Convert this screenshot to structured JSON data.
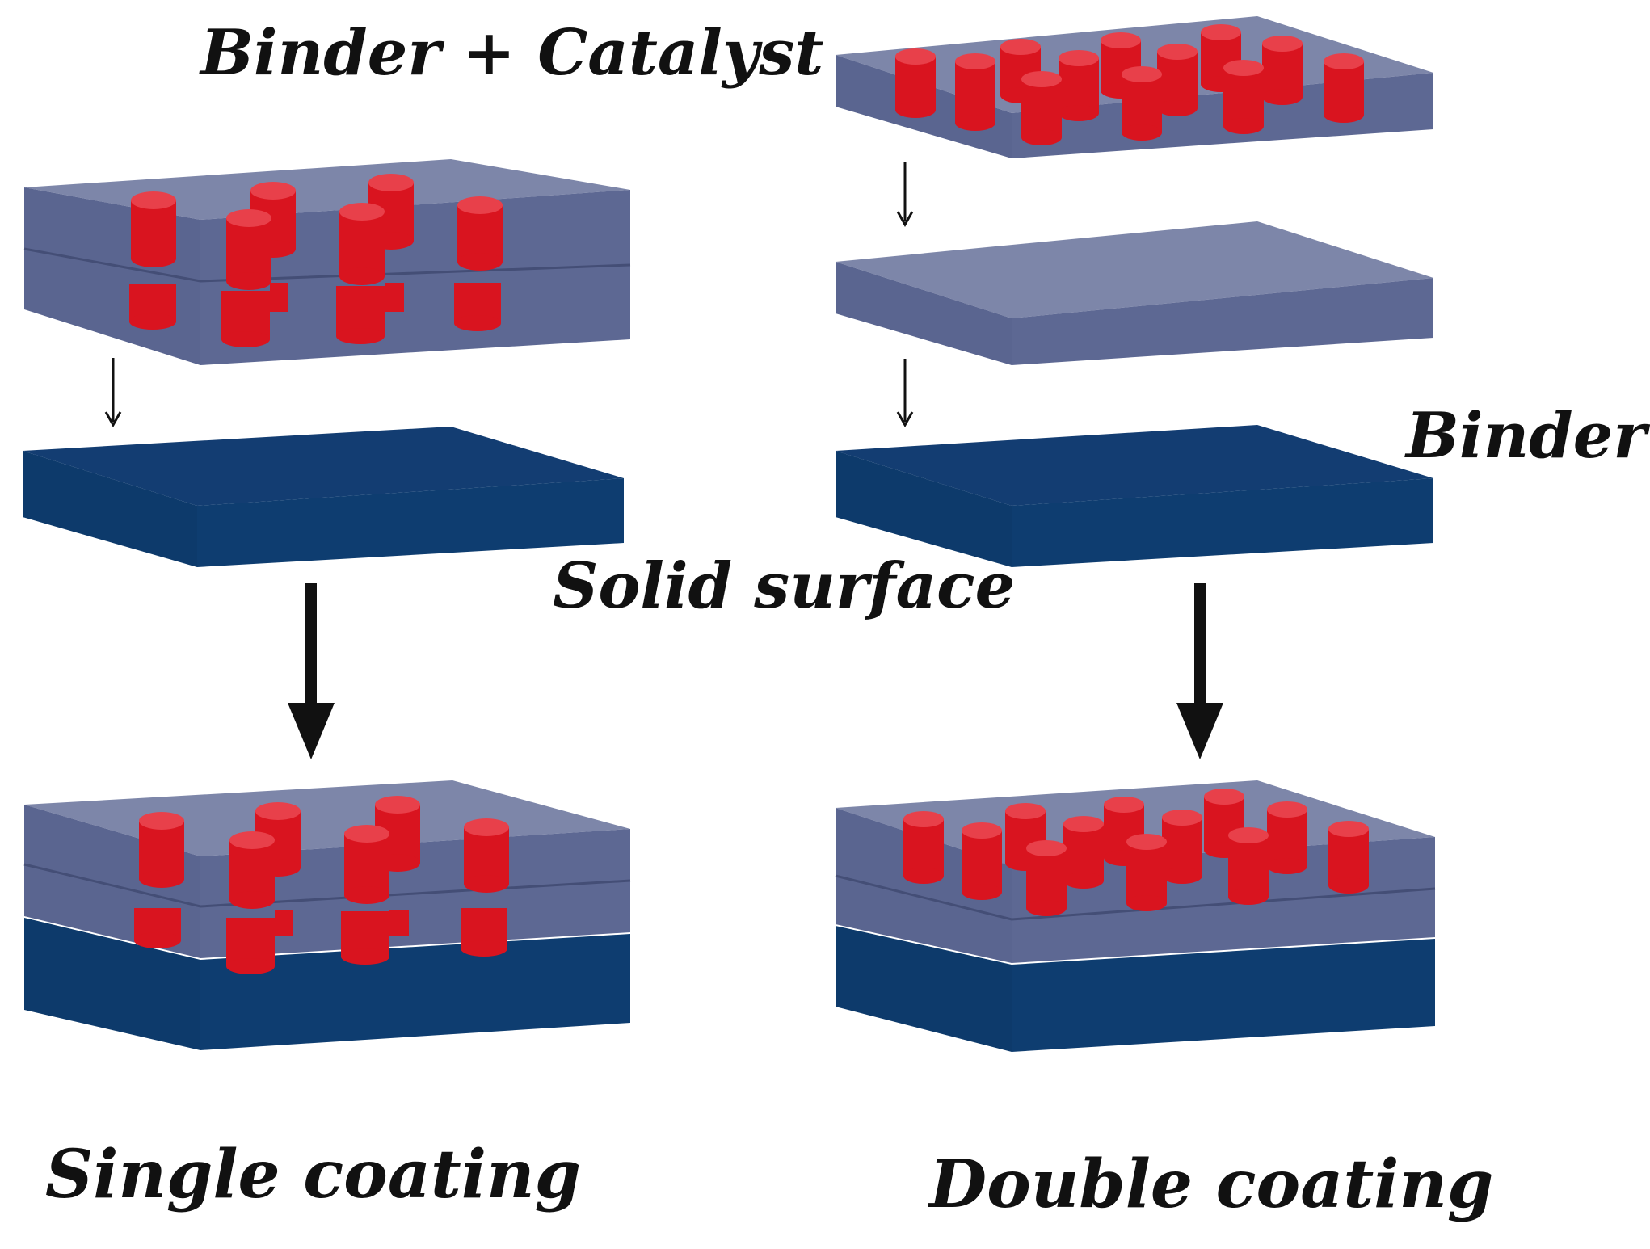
{
  "labels": {
    "binder_catalyst": "Binder + Catalyst",
    "binder": "Binder",
    "solid_surface": "Solid surface",
    "single_coating": "Single coating",
    "double_coating": "Double coating"
  },
  "colors": {
    "background": "#ffffff",
    "binder_top": "#7d86a9",
    "binder_front": "#5a6590",
    "binder_side": "#444e76",
    "solid_top": "#133d72",
    "solid_front": "#0d3a6b",
    "solid_side": "#0a2a50",
    "catalyst_body": "#d9141f",
    "catalyst_top": "#e8404a",
    "arrow": "#111111"
  }
}
